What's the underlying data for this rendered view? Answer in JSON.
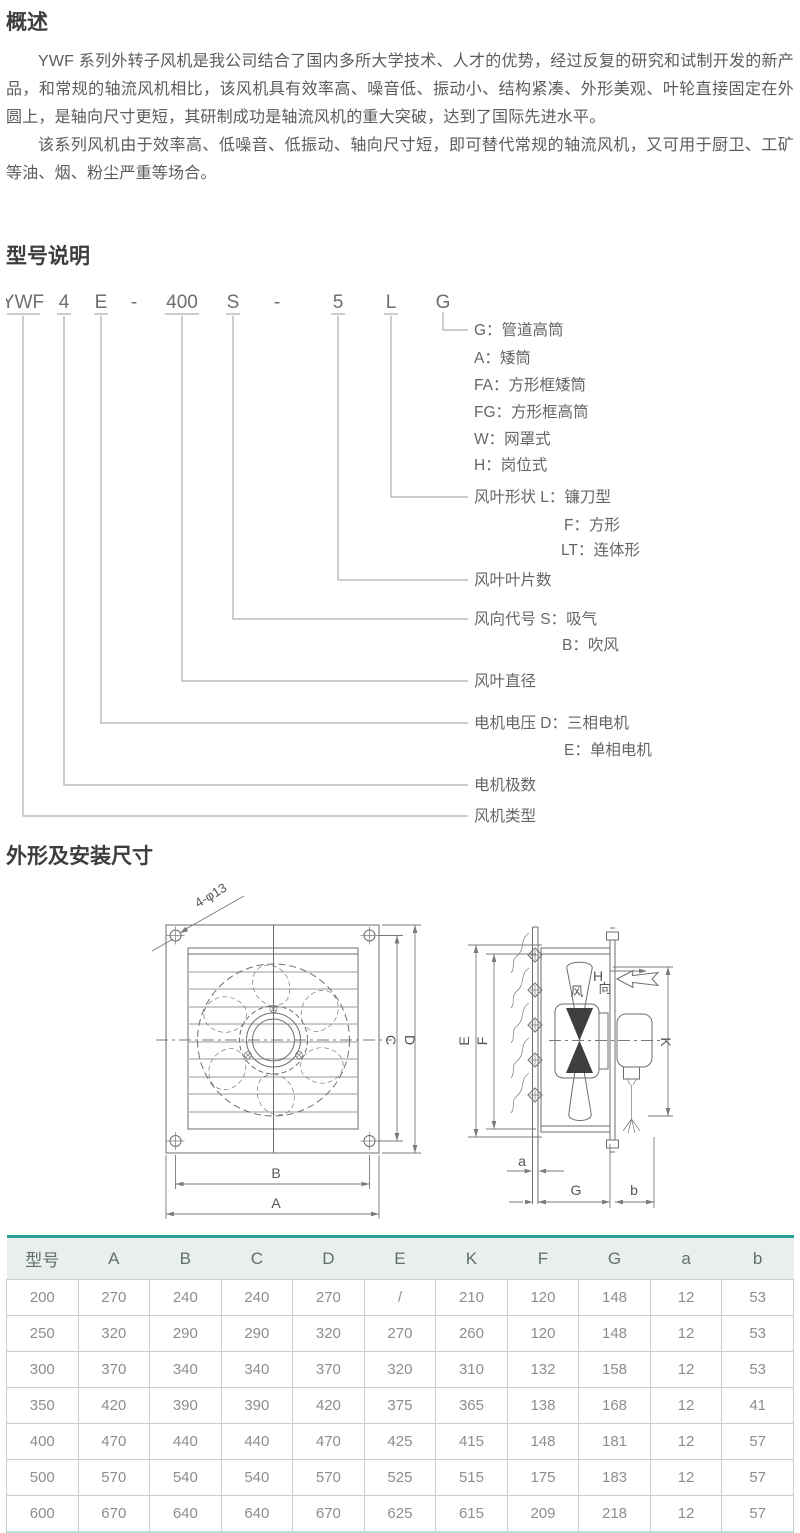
{
  "overview": {
    "heading": "概述",
    "p1": "YWF 系列外转子风机是我公司结合了国内多所大学技术、人才的优势，经过反复的研究和试制开发的新产品，和常规的轴流风机相比，该风机具有效率高、噪音低、振动小、结构紧凑、外形美观、叶轮直接固定在外圆上，是轴向尺寸更短，其研制成功是轴流风机的重大突破，达到了国际先进水平。",
    "p2": "该系列风机由于效率高、低噪音、低振动、轴向尺寸短，即可替代常规的轴流风机，又可用于厨卫、工矿等油、烟、粉尘严重等场合。"
  },
  "model": {
    "heading": "型号说明",
    "code": {
      "p0": "YWF",
      "p1": "4",
      "p2": "E",
      "p3": "-",
      "p4": "400",
      "p5": "S",
      "p6": "-",
      "p7": "5",
      "p8": "L",
      "p9": "G"
    },
    "legend": {
      "casing_g": "G：管道高筒",
      "casing_a": "A：矮筒",
      "casing_fa": "FA：方形框矮筒",
      "casing_fg": "FG：方形框高筒",
      "casing_w": "W：网罩式",
      "casing_h": "H：岗位式",
      "blade_shape": "风叶形状 L：镰刀型",
      "blade_shape_f": "F：方形",
      "blade_shape_lt": "LT：连体形",
      "blade_count": "风叶叶片数",
      "direction": "风向代号 S：吸气",
      "direction_b": "B：吹风",
      "diameter": "风叶直径",
      "voltage": "电机电压 D：三相电机",
      "voltage_e": "E：单相电机",
      "poles": "电机极数",
      "fan_type": "风机类型"
    }
  },
  "dimensions": {
    "heading": "外形及安装尺寸",
    "labels": {
      "holes": "4-φ13",
      "A": "A",
      "B": "B",
      "C": "C",
      "D": "D",
      "E": "E",
      "F": "F",
      "G": "G",
      "K": "K",
      "a": "a",
      "b": "b",
      "H": "H",
      "wind_1": "风",
      "wind_2": "向"
    }
  },
  "table": {
    "columns": [
      "型号",
      "A",
      "B",
      "C",
      "D",
      "E",
      "K",
      "F",
      "G",
      "a",
      "b"
    ],
    "rows": [
      [
        "200",
        "270",
        "240",
        "240",
        "270",
        "/",
        "210",
        "120",
        "148",
        "12",
        "53"
      ],
      [
        "250",
        "320",
        "290",
        "290",
        "320",
        "270",
        "260",
        "120",
        "148",
        "12",
        "53"
      ],
      [
        "300",
        "370",
        "340",
        "340",
        "370",
        "320",
        "310",
        "132",
        "158",
        "12",
        "53"
      ],
      [
        "350",
        "420",
        "390",
        "390",
        "420",
        "375",
        "365",
        "138",
        "168",
        "12",
        "41"
      ],
      [
        "400",
        "470",
        "440",
        "440",
        "470",
        "425",
        "415",
        "148",
        "181",
        "12",
        "57"
      ],
      [
        "500",
        "570",
        "540",
        "540",
        "570",
        "525",
        "515",
        "175",
        "183",
        "12",
        "57"
      ],
      [
        "600",
        "670",
        "640",
        "640",
        "670",
        "625",
        "615",
        "209",
        "218",
        "12",
        "57"
      ]
    ]
  },
  "colors": {
    "accent": "#2aa197",
    "table_header_bg": "#e9efed",
    "table_bottom_line": "#bcdcd8"
  }
}
